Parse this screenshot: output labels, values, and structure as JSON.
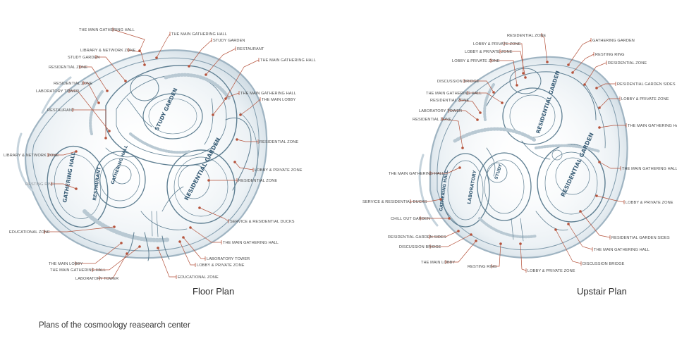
{
  "figure_caption": "Plans of the cosmoology reasearch center",
  "colors": {
    "leader": "#b5533c",
    "dot": "#b5533c",
    "plan_line": "#5f7f92",
    "plan_fill": "#e7eef2",
    "label_text": "#4a4a4a",
    "room_label": "#3b5f78"
  },
  "floor_plan": {
    "caption": "Floor Plan",
    "room_labels": [
      "GATHERING HALL",
      "RESTAURANT",
      "RESIDENTIAL GARDEN",
      "STUDY GARDEN",
      "GATHERING HALL"
    ],
    "annotations": [
      "THE MAIN GATHERING HALL",
      "THE MAIN GATHERING HALL",
      "LIBRARY & NETWORK ZONE",
      "STUDY GARDEN",
      "STUDY GARDEN",
      "RESTAURANT",
      "RESIDENTIAL ZONE",
      "THE MAIN GATHERING HALL",
      "RESIDENTIAL ZONE",
      "LABORATORY TOWER",
      "THE MAIN GATHERING HALL",
      "THE MAIN LOBBY",
      "RESTAURANT",
      "RESIDENTIAL ZONE",
      "LIBRARY & NETWORK ZONE",
      "LOBBY & PRIVATE ZONE",
      "RESTING RING",
      "RESIDENTIAL ZONE",
      "SERVICE & RESIDENTIAL DUCKS",
      "EDUCATIONAL ZONE",
      "THE MAIN GATHERING HALL",
      "LABORATORY TOWER",
      "THE MAIN LOBBY",
      "LOBBY & PRIVATE ZONE",
      "THE MAIN GATHERING HALL",
      "EDUCATIONAL ZONE",
      "LABORATORY TOWER"
    ]
  },
  "upstair_plan": {
    "caption": "Upstair Plan",
    "room_labels": [
      "RESIDENTIAL GARDEN",
      "LABORATORY",
      "GATHERING HALL",
      "RESIDENTIAL GARDEN",
      "STUDY"
    ],
    "annotations": [
      "RESIDENTIAL ZONE",
      "LOBBY & PRIVATE ZONE",
      "GATHERING GARDEN",
      "LOBBY & PRIVATE ZONE",
      "RESTING RING",
      "LOBBY & PRIVATE ZONE",
      "RESIDENTIAL ZONE",
      "DISCUSSION BRIDGE",
      "RESIDENTIAL GARDEN SIDES",
      "THE MAIN GATHERING HALL",
      "LOBBY & PRIVATE ZONE",
      "RESIDENTIAL ZONE",
      "LABORATORY TOWER",
      "THE MAIN GATHERING HALL",
      "RESIDENTIAL ZONE",
      "THE MAIN GATHERING HALL",
      "THE MAIN GATHERING HALL",
      "SERVICE & RESIDENTIAL DUCKS",
      "LOBBY & PRIVATE ZONE",
      "CHILL OUT GARDEN",
      "RESIDENTIAL GARDEN SIDES",
      "RESIDENTIAL GARDEN SIDES",
      "DISCUSSION BRIDGE",
      "THE MAIN GATHERING HALL",
      "THE MAIN LOBBY",
      "DISCUSSION BRIDGE",
      "RESTING RING",
      "LOBBY & PRIVATE ZONE"
    ]
  }
}
